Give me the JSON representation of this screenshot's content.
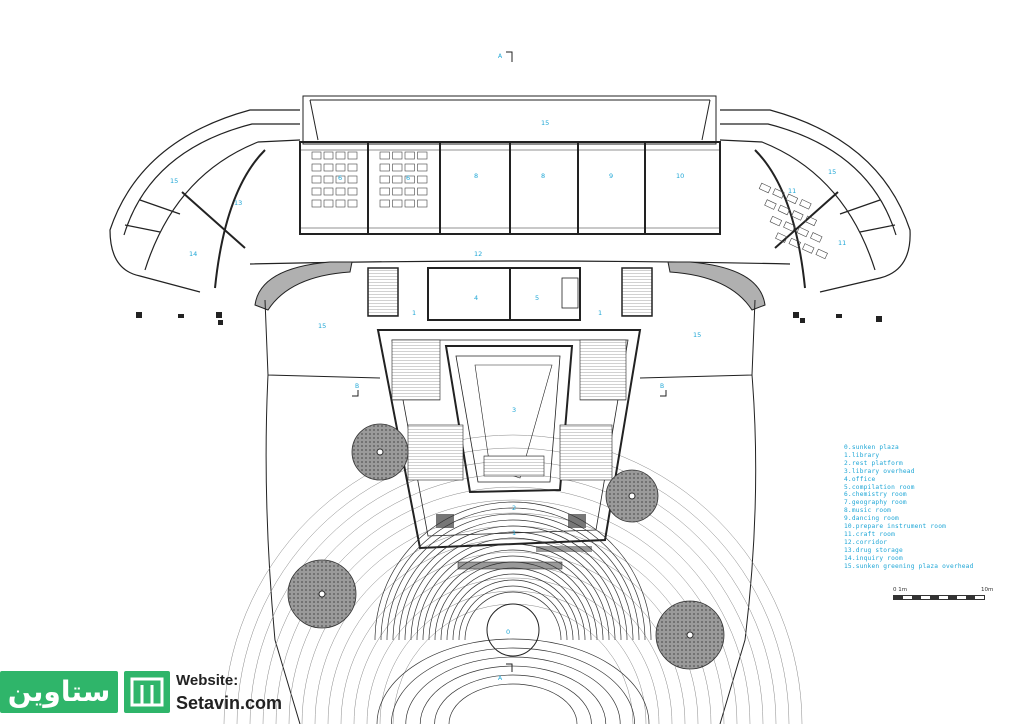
{
  "section_marks": {
    "north": "A",
    "south": "A",
    "west": "B",
    "east": "B"
  },
  "room_labels": {
    "top_band": "15",
    "r6a": "6",
    "r6b": "6",
    "r8": "8",
    "r8b": "8",
    "r9": "9",
    "r10": "10",
    "r12": "12",
    "r13": "13",
    "r14": "14",
    "r15w": "15",
    "r15ne": "15",
    "r11a": "11",
    "r11b": "11",
    "r4": "4",
    "r5": "5",
    "r1w": "1",
    "r1e": "1",
    "r15left": "15",
    "r15right": "15",
    "r3": "3",
    "r2": "2",
    "r1s": "1",
    "r0": "0"
  },
  "legend": [
    "0.sunken plaza",
    "1.library",
    "2.rest platform",
    "3.library overhead",
    "4.office",
    "5.compilation room",
    "6.chemistry room",
    "7.geography room",
    "8.music room",
    "9.dancing room",
    "10.prepare instrument room",
    "11.craft room",
    "12.corridor",
    "13.drug storage",
    "14.inquiry room",
    "15.sunken greening plaza overhead"
  ],
  "scale": {
    "min": "0  1m",
    "max": "10m"
  },
  "branding": {
    "persian": "ستاوين",
    "label": "Website:",
    "domain": "Setavin.com"
  },
  "colors": {
    "line": "#222222",
    "label": "#1ea6d6",
    "brand": "#2fb56a",
    "hatch": "#8a8a8a"
  }
}
